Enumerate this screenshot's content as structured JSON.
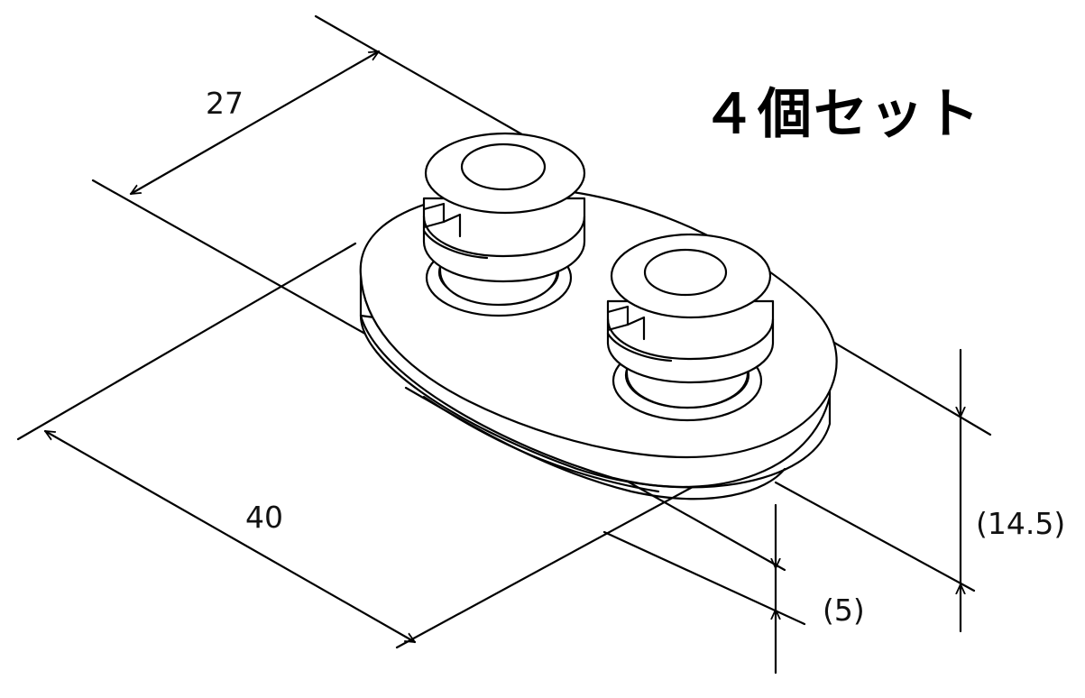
{
  "title": "４個セット",
  "dimensions": {
    "width": "27",
    "length": "40",
    "height_total": "(14.5)",
    "height_base": "(5)"
  }
}
